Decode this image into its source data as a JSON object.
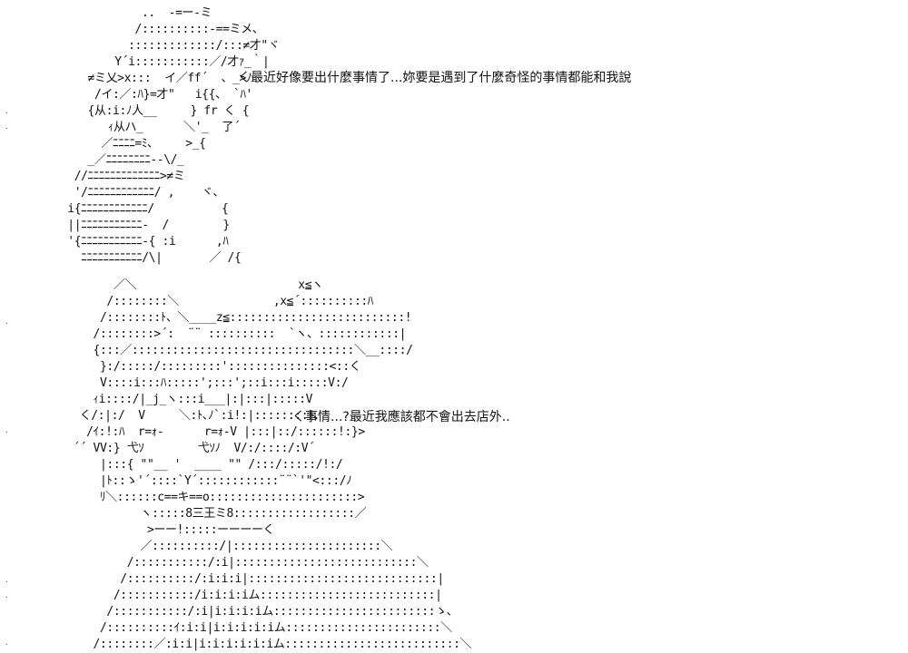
{
  "art_top": [
    "              ..  -=ー-ミ",
    "             /::::::::::-==ミメ、",
    "            :::::::::::::/:::≠才\"ヾ",
    "          Y´i:::::::::::／/才ｧ_｀|",
    "      ≠ミ乂>x:::  イ／ff´  、_>ﾉ",
    "       /イ:／:ﾊ}=才\"   i{{、 `ﾊ'",
    "      {从:i:ﾉ人__     } fr く {",
    "         ｨ从ハ_      ＼'_  了´",
    "        ／ﾆﾆﾆﾆ=ﾐ、    >_{",
    "      _／ﾆﾆﾆﾆﾆﾆﾆﾆ-‐\\/_",
    "    //ﾆﾆﾆﾆﾆﾆﾆﾆﾆﾆﾆﾆﾆ>≠ミ",
    "    '/ﾆﾆﾆﾆﾆﾆﾆﾆﾆﾆﾆﾆ/ ,    ヾ、",
    "   i{ﾆﾆﾆﾆﾆﾆﾆﾆﾆﾆﾆﾆ/          {",
    "   ||ﾆﾆﾆﾆﾆﾆﾆﾆﾆﾆﾆ-  /        }",
    "   '{ﾆﾆﾆﾆﾆﾆﾆﾆﾆﾆﾆ-{ :i      ,ﾊ",
    "     ﾆﾆﾆﾆﾆﾆﾆﾆﾆﾆﾆ/\\|       ／ /{"
  ],
  "art_bottom": [
    "         ／＼                        x≦ヽ",
    "        /::::::::＼              ,x≦´::::::::::ﾊ",
    "       /::::::::ﾄ、＼____z≦::::::::::::::::::::::::::!",
    "      /::::::::>´:  ¨¨ ::::::::::  `ヽ、::::::::::::|",
    "      {:::／:::::::::::::::::::::::::::::::::＼__::::/",
    "       }:/:::::/:::::::::':::::::::::::::<::く",
    "       V::::i:::ﾊ:::::';:::';::i:::i:::::V:/",
    "      ｨi::::/|_j_ヽ:::i___|:|:::|:::::V",
    "    く/:|:/  V     ＼:ﾄ､ﾉ`:i!:|::::::::ﾄ、",
    "     /ｲ:!:ﾊ  r=ｫ-      r=ｫ-V |:::|::/::::::!:}>",
    "   ´´ VV:} 弋ｿ        弋ｿﾉ  V/:/::::/:V´",
    "       |:::{ \"\"__ '  ____ \"\" /:::/:::::/!:/",
    "       |ﾄ::ゝ'´::::`Y´::::::::::::¨¨`'\"<:::/ﾉ",
    "       ﾘ＼::::::c==キ==o::::::::::::::::::::::>",
    "             ヽ:::::8三王ミ8::::::::::::::::::／",
    "              >ーー!:::::ーーーーく",
    "             ／::::::::::/|::::::::::::::::::::::＼",
    "           /:::::::::::/:i|:::::::::::::::::::::::::::＼",
    "          /::::::::::/:i:i:i|::::::::::::::::::::::::::::|",
    "         /:::::::::::/i:i:i:iム::::::::::::::::::::::::::|",
    "        /:::::::::::/:i|i:i:i:iム::::::::::::::::::::::::ゝ、",
    "       /::::::::::ｲ:i:i|i:i:i:i:iム:::::::::::::::::::::::＼",
    "      /::::::::／:i:i|i:i:i:i:i:iム::::::::::::::::::::::::::＼"
  ],
  "speech_1": "く最近好像要出什麼事情了...妳要是遇到了什麼奇怪的事情都能和我說",
  "speech_2": "く事情...?最近我應該都不會出去店外.."
}
